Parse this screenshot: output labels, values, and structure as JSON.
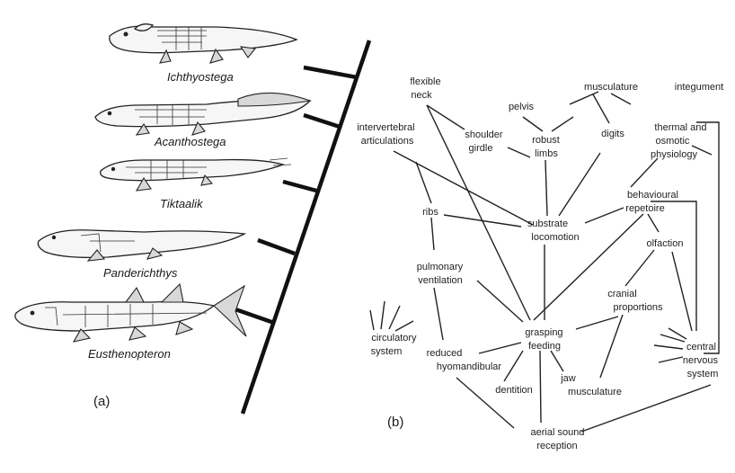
{
  "phylogeny": {
    "panel_label": "(a)",
    "taxa": [
      {
        "name": "Ichthyostega"
      },
      {
        "name": "Acanthostega"
      },
      {
        "name": "Tiktaalik"
      },
      {
        "name": "Panderichthys"
      },
      {
        "name": "Eusthenopteron"
      }
    ]
  },
  "network": {
    "panel_label": "(b)",
    "nodes": {
      "flexible_neck": [
        "flexible",
        "neck"
      ],
      "intervertebral_articulations": [
        "intervertebral",
        "articulations"
      ],
      "shoulder_girdle": [
        "shoulder",
        "girdle"
      ],
      "pelvis": [
        "pelvis"
      ],
      "musculature": [
        "musculature"
      ],
      "integument": [
        "integument"
      ],
      "robust_limbs": [
        "robust",
        "limbs"
      ],
      "digits": [
        "digits"
      ],
      "thermal_osmotic_physiology": [
        "thermal and",
        "osmotic",
        "physiology"
      ],
      "behavioural_repetoire": [
        "behavioural",
        "repetoire"
      ],
      "ribs": [
        "ribs"
      ],
      "substrate_locomotion": [
        "substrate",
        "locomotion"
      ],
      "olfaction": [
        "olfaction"
      ],
      "pulmonary_ventilation": [
        "pulmonary",
        "ventilation"
      ],
      "cranial_proportions": [
        "cranial",
        "proportions"
      ],
      "circulatory_system": [
        "circulatory",
        "system"
      ],
      "grasping_feeding": [
        "grasping",
        "feeding"
      ],
      "reduced_hyomandibular": [
        "reduced",
        "hyomandibular"
      ],
      "dentition": [
        "dentition"
      ],
      "jaw_musculature": [
        "jaw",
        "musculature"
      ],
      "central_nervous_system": [
        "central",
        "nervous",
        "system"
      ],
      "aerial_sound_reception": [
        "aerial sound",
        "reception"
      ]
    }
  }
}
